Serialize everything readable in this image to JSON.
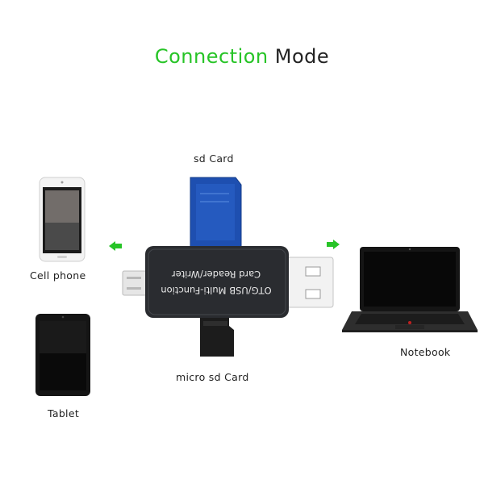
{
  "title": {
    "part1": "Connection",
    "part2": "Mode"
  },
  "labels": {
    "sd_card": "sd Card",
    "cell_phone": "Cell phone",
    "notebook": "Notebook",
    "micro_sd": "micro sd Card",
    "tablet": "Tablet"
  },
  "reader": {
    "line1": "OTG/USB Multi-Function",
    "line2": "Card Reader/Writer"
  },
  "colors": {
    "accent": "#27c427",
    "reader_body": "#2a2c30",
    "sd_card": "#1e4fb0"
  }
}
